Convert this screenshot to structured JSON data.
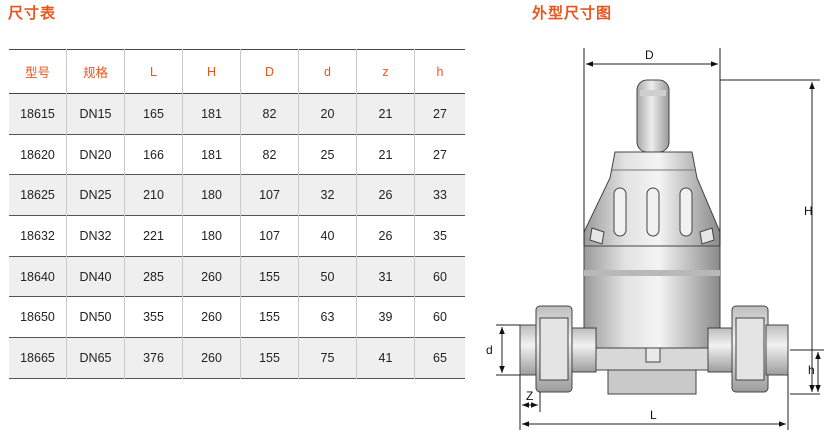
{
  "page": {
    "table_title": "尺寸表",
    "drawing_title": "外型尺寸图"
  },
  "table": {
    "headers": [
      "型号",
      "规格",
      "L",
      "H",
      "D",
      "d",
      "z",
      "h"
    ],
    "rows": [
      [
        "18615",
        "DN15",
        "165",
        "181",
        "82",
        "20",
        "21",
        "27"
      ],
      [
        "18620",
        "DN20",
        "166",
        "181",
        "82",
        "25",
        "21",
        "27"
      ],
      [
        "18625",
        "DN25",
        "210",
        "180",
        "107",
        "32",
        "26",
        "33"
      ],
      [
        "18632",
        "DN32",
        "221",
        "180",
        "107",
        "40",
        "26",
        "35"
      ],
      [
        "18640",
        "DN40",
        "285",
        "260",
        "155",
        "50",
        "31",
        "60"
      ],
      [
        "18650",
        "DN50",
        "355",
        "260",
        "155",
        "63",
        "39",
        "60"
      ],
      [
        "18665",
        "DN65",
        "376",
        "260",
        "155",
        "75",
        "41",
        "65"
      ]
    ]
  },
  "drawing": {
    "labels": {
      "D": "D",
      "H": "H",
      "L": "L",
      "d": "d",
      "h": "h",
      "z": "Z"
    },
    "colors": {
      "title": "#e8561e",
      "header_text": "#e8561e",
      "row_shade": "#efefef"
    }
  }
}
